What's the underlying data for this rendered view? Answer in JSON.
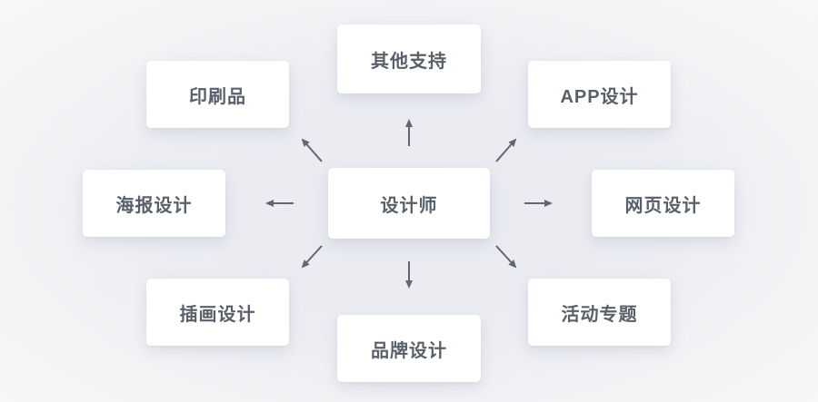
{
  "diagram": {
    "type": "mindmap",
    "center_label": "设计师",
    "nodes": [
      {
        "position": "center",
        "label": "设计师"
      },
      {
        "position": "top",
        "label": "其他支持"
      },
      {
        "position": "top-left",
        "label": "印刷品"
      },
      {
        "position": "top-right",
        "label": "APP设计"
      },
      {
        "position": "left",
        "label": "海报设计"
      },
      {
        "position": "right",
        "label": "网页设计"
      },
      {
        "position": "bottom-left",
        "label": "插画设计"
      },
      {
        "position": "bottom",
        "label": "品牌设计"
      },
      {
        "position": "bottom-right",
        "label": "活动专题"
      }
    ],
    "connections": [
      {
        "from": "设计师",
        "to": "其他支持",
        "direction": "up"
      },
      {
        "from": "设计师",
        "to": "印刷品",
        "direction": "up-left"
      },
      {
        "from": "设计师",
        "to": "APP设计",
        "direction": "up-right"
      },
      {
        "from": "设计师",
        "to": "海报设计",
        "direction": "left"
      },
      {
        "from": "设计师",
        "to": "网页设计",
        "direction": "right"
      },
      {
        "from": "设计师",
        "to": "插画设计",
        "direction": "down-left"
      },
      {
        "from": "设计师",
        "to": "品牌设计",
        "direction": "down"
      },
      {
        "from": "设计师",
        "to": "活动专题",
        "direction": "down-right"
      }
    ],
    "colors": {
      "card_background": "#ffffff",
      "canvas_background_center": "#e8eaf0",
      "canvas_background_edge": "#f7f7f8",
      "label_text": "#596069",
      "arrow": "#63676d"
    }
  }
}
